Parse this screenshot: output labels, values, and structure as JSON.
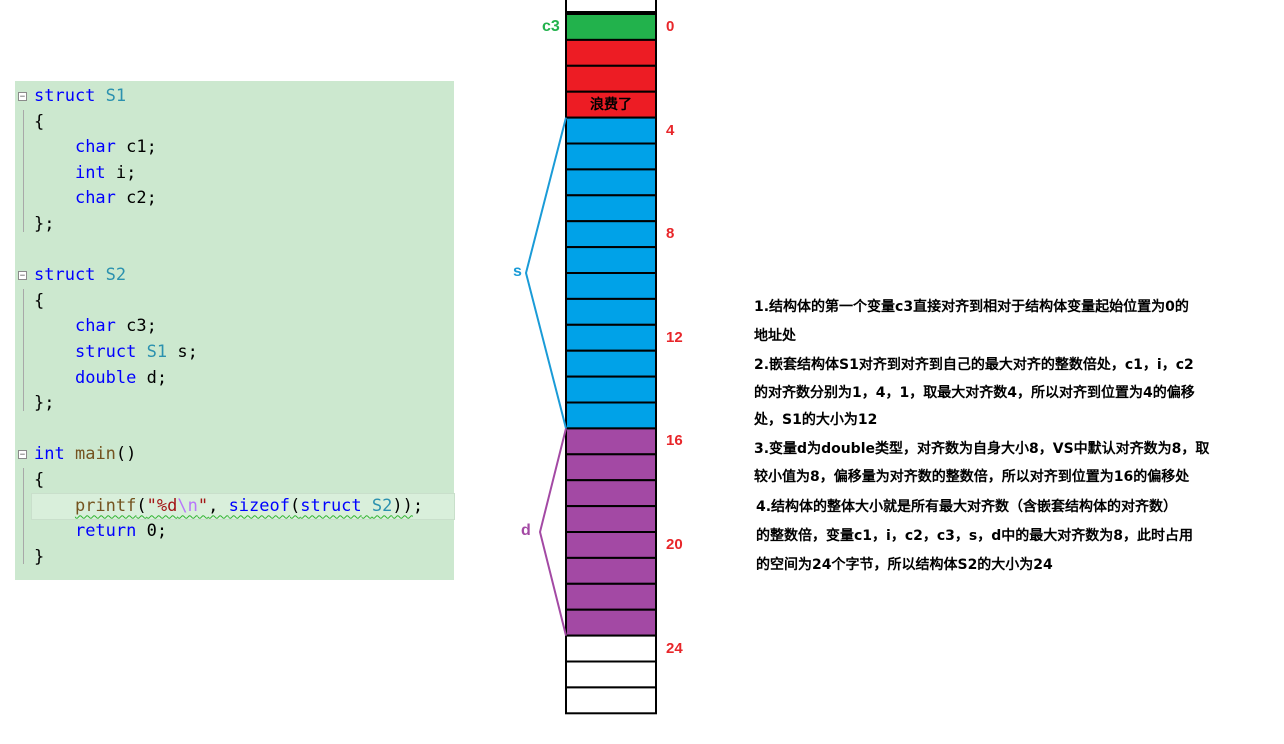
{
  "code": {
    "lines": [
      [
        {
          "t": "struct",
          "c": "kw"
        },
        {
          "t": " "
        },
        {
          "t": "S1",
          "c": "ty"
        }
      ],
      [
        {
          "t": "{"
        }
      ],
      [
        {
          "t": "    "
        },
        {
          "t": "char",
          "c": "kw"
        },
        {
          "t": " c1;"
        }
      ],
      [
        {
          "t": "    "
        },
        {
          "t": "int",
          "c": "kw"
        },
        {
          "t": " i;"
        }
      ],
      [
        {
          "t": "    "
        },
        {
          "t": "char",
          "c": "kw"
        },
        {
          "t": " c2;"
        }
      ],
      [
        {
          "t": "};"
        }
      ],
      [],
      [
        {
          "t": "struct",
          "c": "kw"
        },
        {
          "t": " "
        },
        {
          "t": "S2",
          "c": "ty"
        }
      ],
      [
        {
          "t": "{"
        }
      ],
      [
        {
          "t": "    "
        },
        {
          "t": "char",
          "c": "kw"
        },
        {
          "t": " c3;"
        }
      ],
      [
        {
          "t": "    "
        },
        {
          "t": "struct",
          "c": "kw"
        },
        {
          "t": " "
        },
        {
          "t": "S1",
          "c": "ty"
        },
        {
          "t": " s;"
        }
      ],
      [
        {
          "t": "    "
        },
        {
          "t": "double",
          "c": "kw"
        },
        {
          "t": " d;"
        }
      ],
      [
        {
          "t": "};"
        }
      ],
      [],
      [
        {
          "t": "int",
          "c": "kw"
        },
        {
          "t": " "
        },
        {
          "t": "main",
          "c": "fn"
        },
        {
          "t": "()"
        }
      ],
      [
        {
          "t": "{"
        }
      ],
      [
        {
          "t": "    "
        },
        {
          "t": "printf",
          "c": "fn squiggle"
        },
        {
          "t": "(",
          "c": "squiggle"
        },
        {
          "t": "\"%d",
          "c": "str squiggle"
        },
        {
          "t": "\\n",
          "c": "esc squiggle"
        },
        {
          "t": "\"",
          "c": "str squiggle"
        },
        {
          "t": ", ",
          "c": "squiggle"
        },
        {
          "t": "sizeof",
          "c": "kw squiggle"
        },
        {
          "t": "(",
          "c": "squiggle"
        },
        {
          "t": "struct",
          "c": "kw squiggle"
        },
        {
          "t": " ",
          "c": "squiggle"
        },
        {
          "t": "S2",
          "c": "ty squiggle"
        },
        {
          "t": "))",
          "c": "squiggle"
        },
        {
          "t": ";"
        }
      ],
      [
        {
          "t": "    "
        },
        {
          "t": "return",
          "c": "kw"
        },
        {
          "t": " 0;"
        }
      ],
      [
        {
          "t": "}"
        }
      ]
    ],
    "fold_markers": [
      "⊟",
      "⊟",
      "⊟"
    ]
  },
  "memory": {
    "cells": [
      {
        "fill": "#ffffff"
      },
      {
        "fill": "#22b24c"
      },
      {
        "fill": "#ed1c24"
      },
      {
        "fill": "#ed1c24"
      },
      {
        "fill": "#ed1c24"
      },
      {
        "fill": "#00a2e8"
      },
      {
        "fill": "#00a2e8"
      },
      {
        "fill": "#00a2e8"
      },
      {
        "fill": "#00a2e8"
      },
      {
        "fill": "#00a2e8"
      },
      {
        "fill": "#00a2e8"
      },
      {
        "fill": "#00a2e8"
      },
      {
        "fill": "#00a2e8"
      },
      {
        "fill": "#00a2e8"
      },
      {
        "fill": "#00a2e8"
      },
      {
        "fill": "#00a2e8"
      },
      {
        "fill": "#00a2e8"
      },
      {
        "fill": "#a349a4"
      },
      {
        "fill": "#a349a4"
      },
      {
        "fill": "#a349a4"
      },
      {
        "fill": "#a349a4"
      },
      {
        "fill": "#a349a4"
      },
      {
        "fill": "#a349a4"
      },
      {
        "fill": "#a349a4"
      },
      {
        "fill": "#a349a4"
      },
      {
        "fill": "#ffffff"
      },
      {
        "fill": "#ffffff"
      },
      {
        "fill": "#ffffff"
      }
    ],
    "offsets": [
      "0",
      "4",
      "8",
      "12",
      "16",
      "20",
      "24"
    ],
    "waste_label": "浪费了",
    "members": [
      {
        "label": "c3",
        "color": "#22b24c"
      },
      {
        "label": "s",
        "color": "#1a9bd7"
      },
      {
        "label": "d",
        "color": "#a349a4"
      }
    ]
  },
  "notes": {
    "lines": [
      "1.结构体的第一个变量c3直接对齐到相对于结构体变量起始位置为0的",
      "地址处",
      "2.嵌套结构体S1对齐到对齐到自己的最大对齐的整数倍处，c1，i，c2",
      "的对齐数分别为1，4，1，取最大对齐数4，所以对齐到位置为4的偏移",
      "处，S1的大小为12",
      "3.变量d为double类型，对齐数为自身大小8，VS中默认对齐数为8，取",
      "较小值为8，偏移量为对齐数的整数倍，所以对齐到位置为16的偏移处",
      "4.结构体的整体大小就是所有最大对齐数（含嵌套结构体的对齐数）",
      "的整数倍，变量c1，i，c2，c3，s，d中的最大对齐数为8，此时占用",
      "的空间为24个字节，所以结构体S2的大小为24"
    ]
  }
}
